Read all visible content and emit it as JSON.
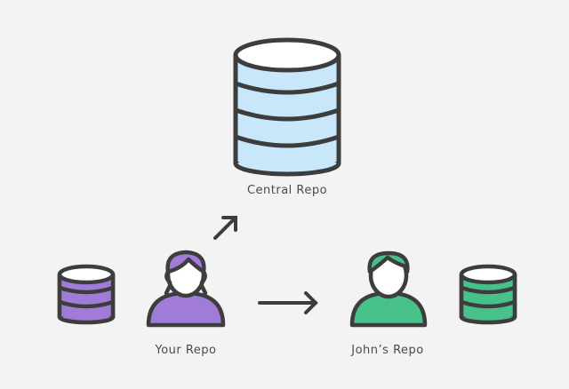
{
  "repos": {
    "central": {
      "label": "Central Repo",
      "color": "#c9e7fb"
    },
    "yours": {
      "label": "Your Repo",
      "color": "#a07bd8",
      "hair_color": "#a07bd8"
    },
    "john": {
      "label": "John’s Repo",
      "color": "#47c08a",
      "hair_color": "#47c08a"
    }
  },
  "colors": {
    "outline": "#3d3d3d",
    "background": "#f3f3f3",
    "face": "#ffffff"
  },
  "icons": [
    "database-icon",
    "person-icon",
    "arrow-up-right-icon",
    "arrow-right-icon"
  ]
}
